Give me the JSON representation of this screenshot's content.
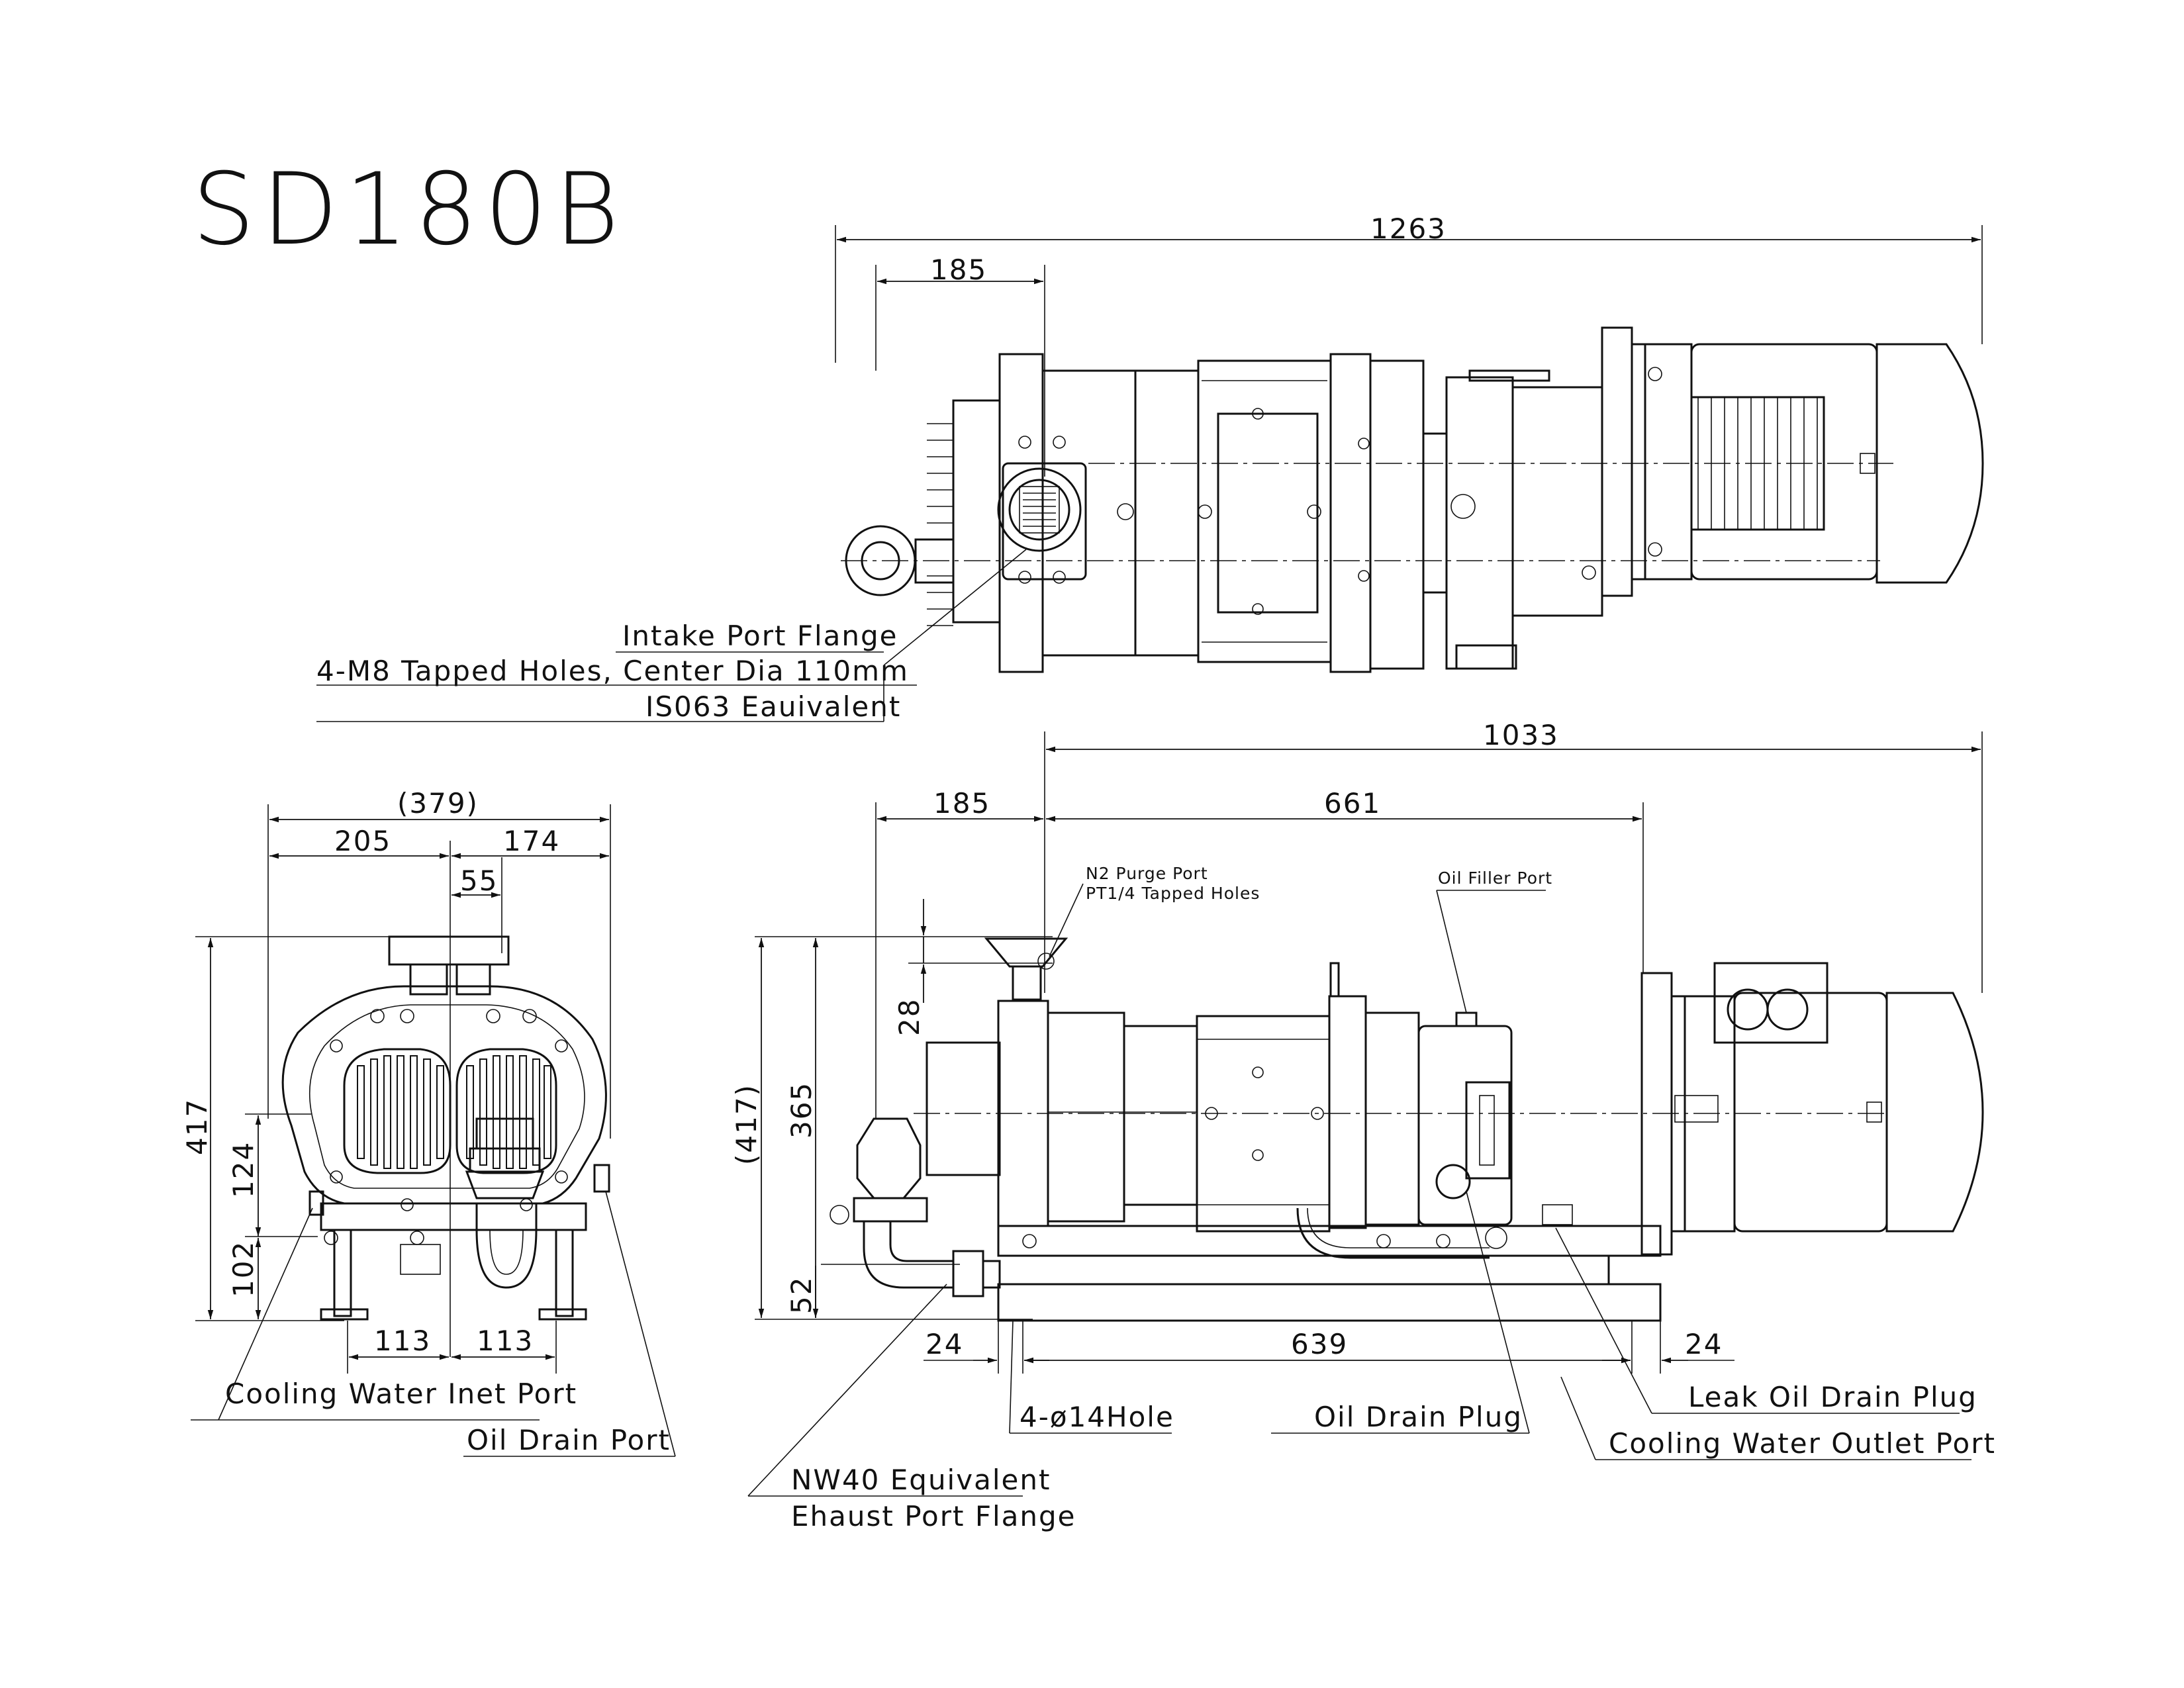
{
  "title": "SD180B",
  "top_view": {
    "dim_overall": "1263",
    "dim_intake_offset": "185",
    "callouts": [
      "Intake Port Flange",
      "4-M8 Tapped Holes, Center Dia 110mm",
      "IS063 Eauivalent"
    ]
  },
  "end_view": {
    "dim_width_total": "(379)",
    "dim_left": "205",
    "dim_right": "174",
    "dim_port": "55",
    "dim_height": "417",
    "dim_cooling_inlet_height": "124",
    "dim_drain_height": "102",
    "dim_foot_left": "113",
    "dim_foot_right": "113",
    "callout_cooling_inlet": "Cooling Water Inet Port",
    "callout_oil_drain_port": "Oil Drain Port"
  },
  "side_view": {
    "dim_overall": "1033",
    "dim_intake_offset": "185",
    "dim_body": "661",
    "dim_height_total": "(417)",
    "dim_height_365": "365",
    "dim_purge_height": "28",
    "dim_base_height": "52",
    "dim_hole_left": "24",
    "dim_hole_span": "639",
    "dim_hole_right": "24",
    "label_n2_purge": "N2 Purge Port",
    "label_pt_holes": "PT1/4 Tapped Holes",
    "label_oil_filler": "Oil Filler Port",
    "callout_holes": "4-ø14Hole",
    "callout_oil_drain_plug": "Oil Drain Plug",
    "callout_leak_oil": "Leak Oil Drain Plug",
    "callout_cooling_outlet": "Cooling Water Outlet Port",
    "callout_exhaust_1": "NW40 Equivalent",
    "callout_exhaust_2": "Ehaust Port Flange"
  }
}
